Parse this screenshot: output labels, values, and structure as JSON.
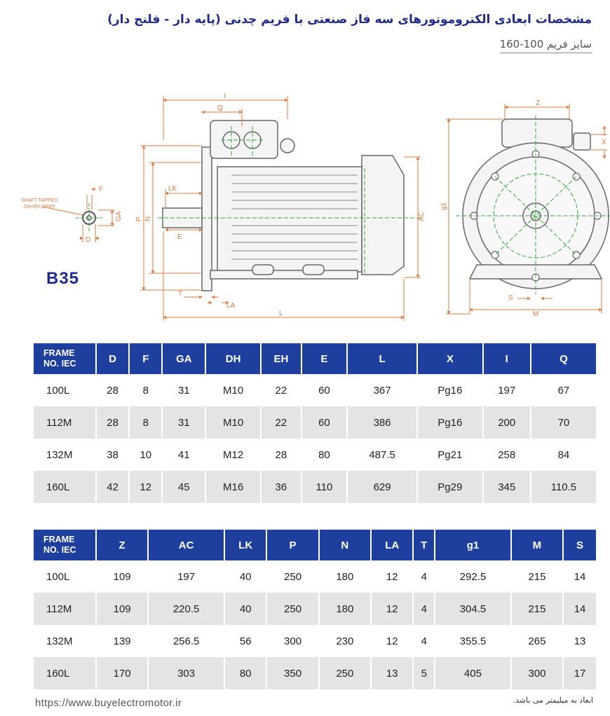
{
  "header": {
    "title": "مشخصات ابعادی الکتروموتورهای سه فاز صنعتی با فریم چدنی (پایه دار - فلنج دار)",
    "subtitle": "سایز فریم  100-160"
  },
  "drawing": {
    "model": "B35",
    "shaft_note_line1": "SHAFT TAPPED",
    "shaft_note_line2": "DH×EH DEEP",
    "dims": {
      "I": "I",
      "Q": "Q",
      "LK": "LK",
      "F": "F",
      "GA": "GA",
      "D": "D",
      "P": "P",
      "N": "N",
      "E": "E",
      "AC": "AC",
      "T": "T",
      "LA": "LA",
      "L": "L",
      "Z": "Z",
      "X": "X",
      "g1": "g1",
      "S": "S",
      "M": "M"
    }
  },
  "table1": {
    "headers": [
      "FRAME\nNO. IEC",
      "D",
      "F",
      "GA",
      "DH",
      "EH",
      "E",
      "L",
      "X",
      "I",
      "Q"
    ],
    "rows": [
      [
        "100L",
        "28",
        "8",
        "31",
        "M10",
        "22",
        "60",
        "367",
        "Pg16",
        "197",
        "67"
      ],
      [
        "112M",
        "28",
        "8",
        "31",
        "M10",
        "22",
        "60",
        "386",
        "Pg16",
        "200",
        "70"
      ],
      [
        "132M",
        "38",
        "10",
        "41",
        "M12",
        "28",
        "80",
        "487.5",
        "Pg21",
        "258",
        "84"
      ],
      [
        "160L",
        "42",
        "12",
        "45",
        "M16",
        "36",
        "110",
        "629",
        "Pg29",
        "345",
        "110.5"
      ]
    ]
  },
  "table2": {
    "headers": [
      "FRAME\nNO. IEC",
      "Z",
      "AC",
      "LK",
      "P",
      "N",
      "LA",
      "T",
      "g1",
      "M",
      "S"
    ],
    "rows": [
      [
        "100L",
        "109",
        "197",
        "40",
        "250",
        "180",
        "12",
        "4",
        "292.5",
        "215",
        "14"
      ],
      [
        "112M",
        "109",
        "220.5",
        "40",
        "250",
        "180",
        "12",
        "4",
        "304.5",
        "215",
        "14"
      ],
      [
        "132M",
        "139",
        "256.5",
        "56",
        "300",
        "230",
        "12",
        "4",
        "355.5",
        "265",
        "13"
      ],
      [
        "160L",
        "170",
        "303",
        "80",
        "350",
        "250",
        "13",
        "5",
        "405",
        "300",
        "17"
      ]
    ]
  },
  "footer": {
    "url": "https://www.buyelectromotor.ir",
    "note": "ابعاد به میلیمتر می باشد."
  },
  "colors": {
    "header_blue": "#1f3f9e",
    "title_blue": "#1f2a8c",
    "dim_orange": "#e07a3c",
    "center_green": "#2faa3a"
  }
}
